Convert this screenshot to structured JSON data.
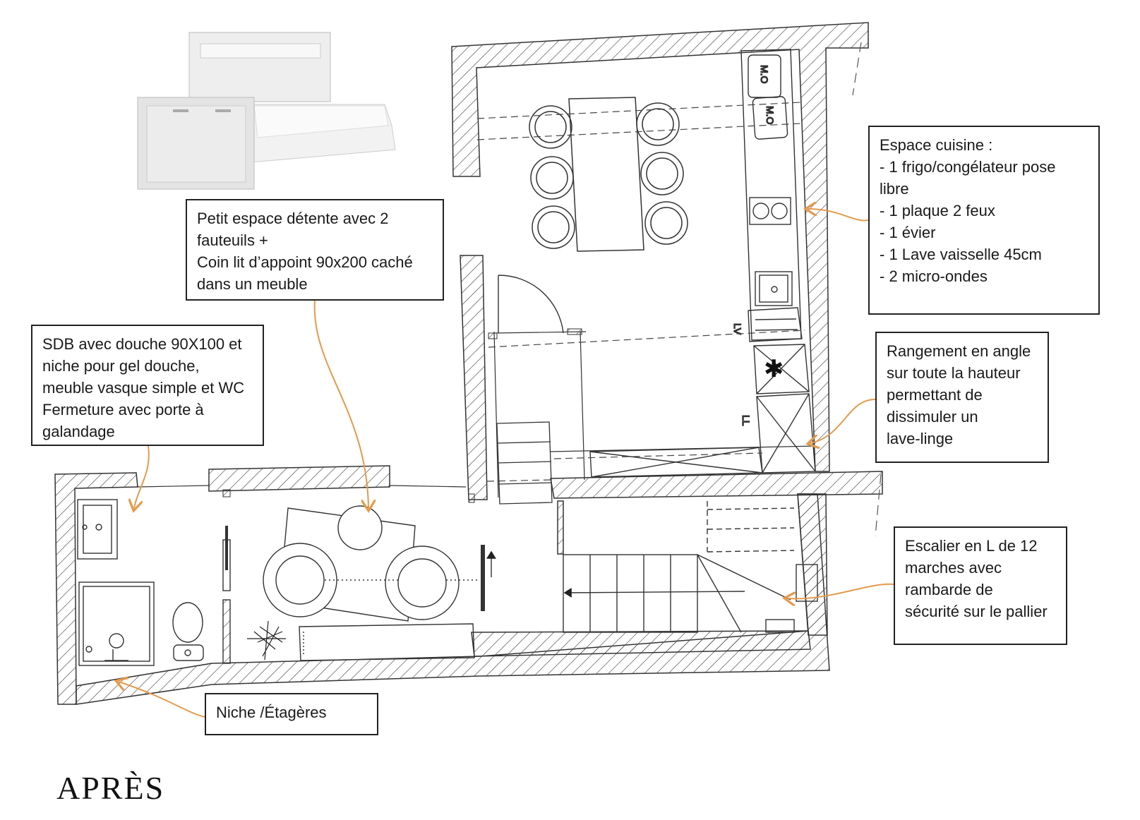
{
  "title": "APRÈS",
  "callouts": {
    "detente": {
      "lines": [
        "Petit espace détente avec 2",
        "fauteuils   +",
        "Coin lit  d’appoint 90x200 caché",
        "dans un meuble"
      ]
    },
    "sdb": {
      "lines": [
        "SDB avec douche 90X100 et",
        "niche pour gel douche,",
        "meuble vasque simple et WC",
        "Fermeture avec porte à",
        "galandage"
      ]
    },
    "cuisine": {
      "lines": [
        "Espace cuisine :",
        "- 1 frigo/congélateur pose",
        "libre",
        "- 1 plaque 2 feux",
        "- 1 évier",
        "- 1 Lave vaisselle 45cm",
        "- 2 micro-ondes"
      ]
    },
    "rangement": {
      "lines": [
        "Rangement en angle",
        "sur toute la hauteur",
        "permettant de",
        "dissimuler un",
        "lave-linge"
      ]
    },
    "escalier": {
      "lines": [
        "Escalier  en L de 12",
        "marches avec",
        "rambarde de",
        "sécurité sur le pallier"
      ]
    },
    "niche": {
      "lines": [
        "Niche /Étagères"
      ]
    }
  },
  "plan_labels": {
    "microwave_1": "M.O",
    "microwave_2": "M.O",
    "dishwasher": "LV",
    "washer": "LL"
  },
  "colors": {
    "arrow": "#e49a4c",
    "wall": "#333333",
    "hatch": "#555555",
    "box_border": "#222222"
  }
}
